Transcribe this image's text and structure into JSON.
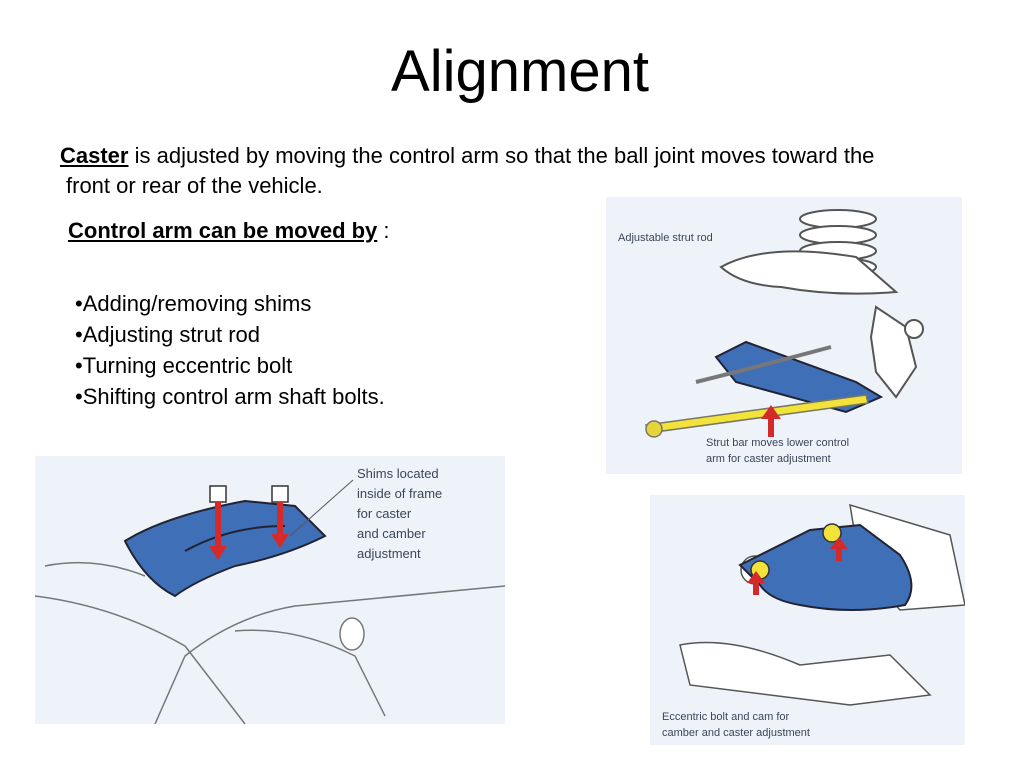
{
  "slide": {
    "title": "Alignment",
    "intro": {
      "term": "Caster",
      "text_line1": " is adjusted by moving the control arm so that the ball joint moves toward the",
      "text_line2": "front or rear of the vehicle."
    },
    "subheading": {
      "label": "Control arm can be moved by",
      "suffix": " :"
    },
    "bullets": [
      "•Adding/removing shims",
      "•Adjusting strut rod",
      "•Turning eccentric bolt",
      "•Shifting control arm shaft bolts."
    ]
  },
  "figures": {
    "strut_rod": {
      "label_top": "Adjustable strut rod",
      "caption_line1": "Strut bar moves lower control",
      "caption_line2": "arm for caster adjustment"
    },
    "shims": {
      "caption": [
        "Shims located",
        "inside of frame",
        "for caster",
        "and camber",
        "adjustment"
      ]
    },
    "eccentric": {
      "caption_line1": "Eccentric bolt and cam for",
      "caption_line2": "camber and caster adjustment"
    }
  },
  "colors": {
    "part_blue": "#3f6fb6",
    "strut_yellow": "#f2e23a",
    "arrow_red": "#d42a2a",
    "illustration_bg": "#eef3fa"
  }
}
